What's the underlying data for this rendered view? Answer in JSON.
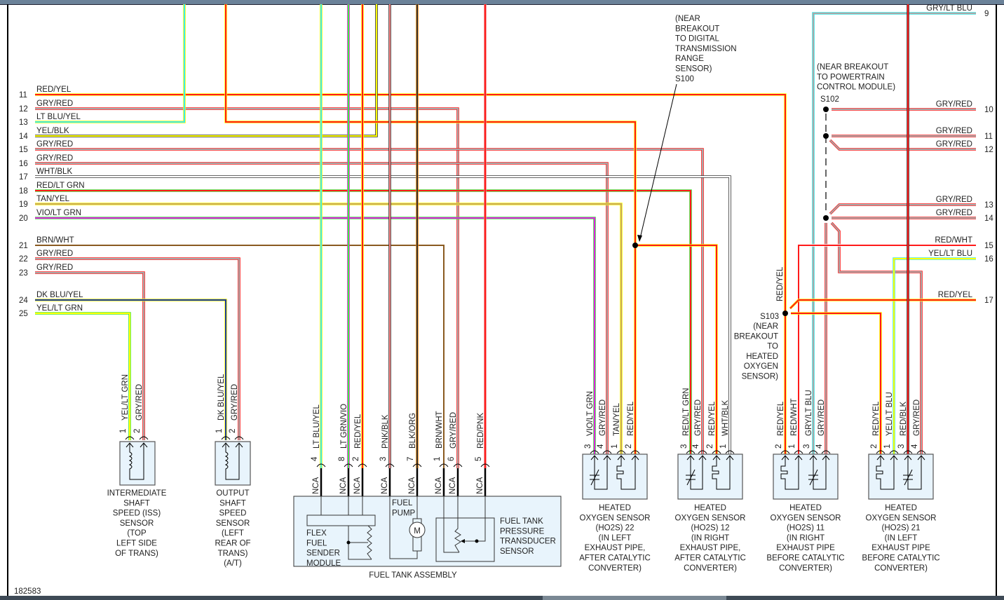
{
  "figure_id": "182583",
  "colors": {
    "RED": "#ff1a1a",
    "YEL": "#ffff00",
    "GRY": "#a8a8a8",
    "LT BLU": "#40e8e8",
    "BLK": "#333333",
    "WHT": "#ffffff",
    "LT GRN": "#40e840",
    "TAN": "#c8a860",
    "VIO": "#e020e0",
    "BRN": "#8a5a20",
    "DK BLU": "#1a3aa0",
    "PNK": "#f08080",
    "ORG": "#ff8800",
    "PANEL": "#e8f4fc",
    "FRAME": "#000000"
  },
  "left_pins": [
    {
      "pin": "11",
      "label": "RED/YEL"
    },
    {
      "pin": "12",
      "label": "GRY/RED"
    },
    {
      "pin": "13",
      "label": "LT BLU/YEL"
    },
    {
      "pin": "14",
      "label": "YEL/BLK"
    },
    {
      "pin": "15",
      "label": "GRY/RED"
    },
    {
      "pin": "16",
      "label": "GRY/RED"
    },
    {
      "pin": "17",
      "label": "WHT/BLK"
    },
    {
      "pin": "18",
      "label": "RED/LT GRN"
    },
    {
      "pin": "19",
      "label": "TAN/YEL"
    },
    {
      "pin": "20",
      "label": "VIO/LT GRN"
    },
    {
      "pin": "21",
      "label": "BRN/WHT"
    },
    {
      "pin": "22",
      "label": "GRY/RED"
    },
    {
      "pin": "23",
      "label": "GRY/RED"
    },
    {
      "pin": "24",
      "label": "DK BLU/YEL"
    },
    {
      "pin": "25",
      "label": "YEL/LT GRN"
    }
  ],
  "right_pins": [
    {
      "pin": "9",
      "label": "GRY/LT BLU"
    },
    {
      "pin": "10",
      "label": "GRY/RED"
    },
    {
      "pin": "11",
      "label": "GRY/RED"
    },
    {
      "pin": "12",
      "label": "GRY/RED"
    },
    {
      "pin": "13",
      "label": "GRY/RED"
    },
    {
      "pin": "14",
      "label": "GRY/RED"
    },
    {
      "pin": "15",
      "label": "RED/WHT"
    },
    {
      "pin": "16",
      "label": "YEL/LT BLU"
    },
    {
      "pin": "17",
      "label": "RED/YEL"
    }
  ],
  "splices": {
    "s100": {
      "id": "S100",
      "note": [
        "(NEAR",
        "BREAKOUT",
        "TO DIGITAL",
        "TRANSMISSION",
        "RANGE",
        "SENSOR)"
      ]
    },
    "s102": {
      "id": "S102",
      "note": [
        "(NEAR BREAKOUT",
        "TO POWERTRAIN",
        "CONTROL MODULE)"
      ]
    },
    "s103": {
      "id": "S103",
      "note": [
        "(NEAR",
        "BREAKOUT",
        "TO",
        "HEATED",
        "OXYGEN",
        "SENSOR)"
      ],
      "wire_label": "RED/YEL"
    }
  },
  "components": {
    "iss": {
      "name": [
        "INTERMEDIATE",
        "SHAFT",
        "SPEED (ISS)",
        "SENSOR",
        "(TOP",
        "LEFT SIDE",
        "OF TRANS)"
      ],
      "pins": [
        {
          "pin": "1",
          "wire": "YEL/LT GRN"
        },
        {
          "pin": "2",
          "wire": "GRY/RED"
        }
      ]
    },
    "oss": {
      "name": [
        "OUTPUT",
        "SHAFT",
        "SPEED",
        "SENSOR",
        "(LEFT",
        "REAR OF",
        "TRANS)",
        "(A/T)"
      ],
      "pins": [
        {
          "pin": "1",
          "wire": "DK BLU/YEL"
        },
        {
          "pin": "2",
          "wire": "GRY/RED"
        }
      ]
    },
    "fuel_tank": {
      "name": "FUEL TANK ASSEMBLY",
      "pins": [
        {
          "pin": "4",
          "wire": "LT BLU/YEL",
          "conn": "NCA"
        },
        {
          "pin": "8",
          "wire": "LT GRN/VIO",
          "conn": "NCA"
        },
        {
          "pin": "2",
          "wire": "RED/YEL",
          "conn": "NCA"
        },
        {
          "pin": "3",
          "wire": "PNK/BLK",
          "conn": "NCA"
        },
        {
          "pin": "7",
          "wire": "BLK/ORG",
          "conn": "NCA"
        },
        {
          "pin": "1",
          "wire": "BRN/WHT",
          "conn": "NCA"
        },
        {
          "pin": "6",
          "wire": "GRY/RED",
          "conn": "NCA"
        },
        {
          "pin": "5",
          "wire": "RED/PNK",
          "conn": "NCA"
        }
      ],
      "flex_fuel": [
        "FLEX",
        "FUEL",
        "SENDER",
        "MODULE"
      ],
      "fuel_pump": [
        "FUEL",
        "PUMP"
      ],
      "motor_symbol": "M",
      "ftpt": [
        "FUEL TANK",
        "PRESSURE",
        "TRANSDUCER",
        "SENSOR"
      ]
    },
    "ho2s22": {
      "name": [
        "HEATED",
        "OXYGEN SENSOR",
        "(HO2S) 22",
        "(IN LEFT",
        "EXHAUST PIPE,",
        "AFTER CATALYTIC",
        "CONVERTER)"
      ],
      "pins": [
        {
          "pin": "3",
          "wire": "VIO/LT GRN"
        },
        {
          "pin": "4",
          "wire": "GRY/RED"
        },
        {
          "pin": "1",
          "wire": "TAN/YEL"
        },
        {
          "pin": "2",
          "wire": "RED/YEL"
        }
      ]
    },
    "ho2s12": {
      "name": [
        "HEATED",
        "OXYGEN SENSOR",
        "(HO2S) 12",
        "(IN RIGHT",
        "EXHAUST PIPE,",
        "AFTER CATALYTIC",
        "CONVERTER)"
      ],
      "pins": [
        {
          "pin": "3",
          "wire": "RED/LT GRN"
        },
        {
          "pin": "4",
          "wire": "GRY/RED"
        },
        {
          "pin": "2",
          "wire": "RED/YEL"
        },
        {
          "pin": "1",
          "wire": "WHT/BLK"
        }
      ]
    },
    "ho2s11": {
      "name": [
        "HEATED",
        "OXYGEN SENSOR",
        "(HO2S) 11",
        "(IN RIGHT",
        "EXHAUST PIPE",
        "BEFORE CATALYTIC",
        "CONVERTER)"
      ],
      "pins": [
        {
          "pin": "2",
          "wire": "RED/YEL"
        },
        {
          "pin": "1",
          "wire": "RED/WHT"
        },
        {
          "pin": "3",
          "wire": "GRY/LT BLU"
        },
        {
          "pin": "4",
          "wire": "GRY/RED"
        }
      ]
    },
    "ho2s21": {
      "name": [
        "HEATED",
        "OXYGEN SENSOR",
        "(HO2S) 21",
        "(IN LEFT",
        "EXHAUST PIPE",
        "BEFORE CATALYTIC",
        "CONVERTER)"
      ],
      "pins": [
        {
          "pin": "2",
          "wire": "RED/YEL"
        },
        {
          "pin": "1",
          "wire": "YEL/LT BLU"
        },
        {
          "pin": "3",
          "wire": "RED/BLK"
        },
        {
          "pin": "4",
          "wire": "GRY/RED"
        }
      ]
    }
  }
}
